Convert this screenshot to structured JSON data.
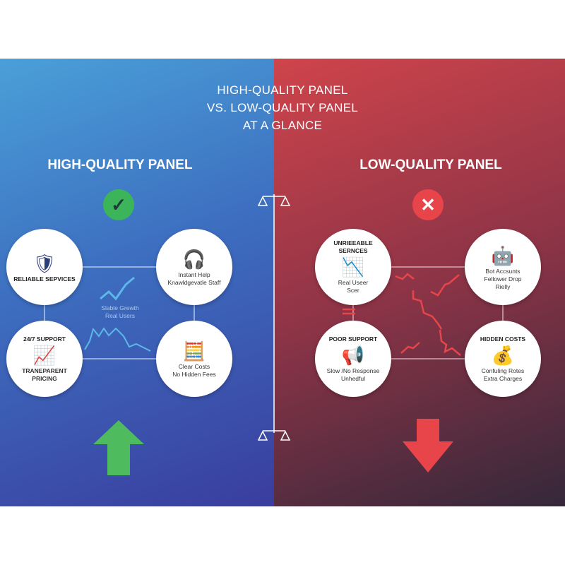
{
  "title": [
    "HIGH-QUALITY PANEL",
    "VS. LOW-QUALITY PANEL",
    "AT A GLANCE"
  ],
  "high": {
    "heading": "HIGH-QUALITY PANEL",
    "badge": "✓",
    "nodes": [
      {
        "title": "RELIABLE SEPVICES",
        "text": ""
      },
      {
        "title": "",
        "text": "Instant Help\nKnawldgevatle Staff"
      },
      {
        "title": "24/7 SUPPORT",
        "text": "TRANEPARENT\nPRICING"
      },
      {
        "title": "",
        "text": "Clear Costs\nNo Hidden Fees"
      }
    ],
    "center_label": "Slable Grewth\nReal Users"
  },
  "low": {
    "heading": "LOW-QUALITY PANEL",
    "badge": "✕",
    "nodes": [
      {
        "title": "UNRIEEABLE\nSERNCES",
        "text": "Real Useer\nScer"
      },
      {
        "title": "",
        "text": "Bot Accsunts\nFellower Drop\nRielly"
      },
      {
        "title": "POOR SUPPORT",
        "text": "Slow /No Response\nUnhedful"
      },
      {
        "title": "HIDDEN COSTS",
        "text": "Confuling Rotes\nExtra Charges"
      }
    ]
  },
  "colors": {
    "good": "#3cb55a",
    "bad": "#e8454a",
    "navy": "#2d3f7a"
  }
}
